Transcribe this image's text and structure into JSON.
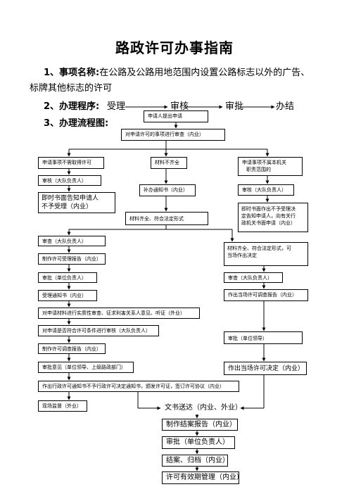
{
  "title": "路政许可办事指南",
  "item1": {
    "label": "1、事项名称:",
    "text": "在公路及公路用地范围内设置公路标志以外的广告、",
    "text2": "标牌其他标志的许可"
  },
  "item2": {
    "label": "2、办理程序:",
    "steps": [
      "受理",
      "审核",
      "审批",
      "办结"
    ]
  },
  "item3": {
    "label": "3、办理流程图:"
  },
  "flow": {
    "start": "申请人提出申请",
    "review": "对申请许可的事项进行审查（内业）",
    "no_permit": "申请事项不需取得许可",
    "incomplete": "材料不齐全",
    "not_jurisdiction_1": "申请事项不属本机关",
    "not_jurisdiction_2": "职责范围的",
    "audit_left": "审核（大队负责人）",
    "notice_corr": "补办通知书（内业）",
    "audit_right": "审核（大队负责人）",
    "refuse_left_1": "即时书面告知申请人",
    "refuse_left_2": "不予受理（内业）",
    "refuse_right_1": "即时书面作出不予受理决",
    "refuse_right_2": "定告知申请人，向有关行",
    "refuse_right_3": "政机关书面申请（内业）",
    "complete": "材料齐全、符合法定形式",
    "check_a": "审查（大队负责人）",
    "spot_1": "材料齐全、符合法定形式，可",
    "spot_2": "当场作出决定",
    "report_accept": "制作许可受理报告（内业）",
    "approve_unit": "审批（单位负责人）",
    "check_b": "审查（大队负责人）",
    "accept_notice": "受理通知书（内业）",
    "spot_report": "作出当场许可调查报告（内业）",
    "substantive": "对申请材料进行实质性审查、征求利害关系人意见、听证（外业）",
    "conditions": "对申请是否符合许可条件进行审核（大队负责人）",
    "approve_leader": "审批（单位领导）",
    "survey_report": "制作许可调查报告（内业）",
    "opinion": "审批意见（单位领导、上级路政部门）",
    "spot_decision": "作出当场许可决定（内业）",
    "final_decision": "作出行政许可通知书不予行政许可决定通知书，颁发许可证，签订许可协议（内业）",
    "supervise": "现场监督（外业）",
    "deliver": "文书送达（内业、外业）",
    "close_report": "制作结案报告（内业）",
    "close_approve": "审批（单位负责人）",
    "archive": "结案、归档（内业）",
    "validity": "许可有效期管理（内业）"
  }
}
